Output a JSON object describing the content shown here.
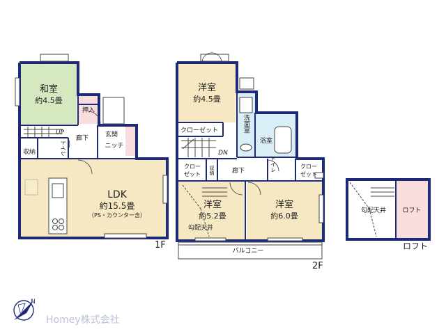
{
  "floors": {
    "first": {
      "floor_label": "1F",
      "rooms": {
        "washitsu": {
          "name": "和室",
          "size": "約4.5畳"
        },
        "oshiire": "押入",
        "up": "UP",
        "rouka": "廊下",
        "genkan": "玄関",
        "nicchi": "ニッチ",
        "shuno": "収納",
        "toilet": "トイレ",
        "ldk": {
          "name": "LDK",
          "size": "約15.5畳",
          "note": "（PS・カウンター含）"
        }
      }
    },
    "second": {
      "floor_label": "2F",
      "rooms": {
        "youshitsu_a": {
          "name": "洋室",
          "size": "約4.5畳"
        },
        "closet_a": "クローゼット",
        "senmenshitsu": "洗面室",
        "yokushitsu": "浴室",
        "dn": "DN",
        "closet_b": [
          "クロー",
          "ゼット"
        ],
        "shuno": "収納",
        "rouka": "廊下",
        "toilet": "トイレ",
        "closet_c": [
          "クロー",
          "ゼット"
        ],
        "youshitsu_b": {
          "name": "洋室",
          "size": "約5.2畳",
          "note": "勾配天井"
        },
        "youshitsu_c": {
          "name": "洋室",
          "size": "約6.0畳"
        },
        "balcony": "バルコニー"
      }
    },
    "loft": {
      "floor_label": "ロフト",
      "rooms": {
        "slope": "勾配天井",
        "loft": "ロフト"
      }
    }
  },
  "company": "Homey株式会社",
  "colors": {
    "wall": "#1e2a78",
    "ldk": "#f6e8c3",
    "washitsu": "#d6e8c0",
    "wet": "#d9eef7",
    "loft": "#f9dcde"
  }
}
